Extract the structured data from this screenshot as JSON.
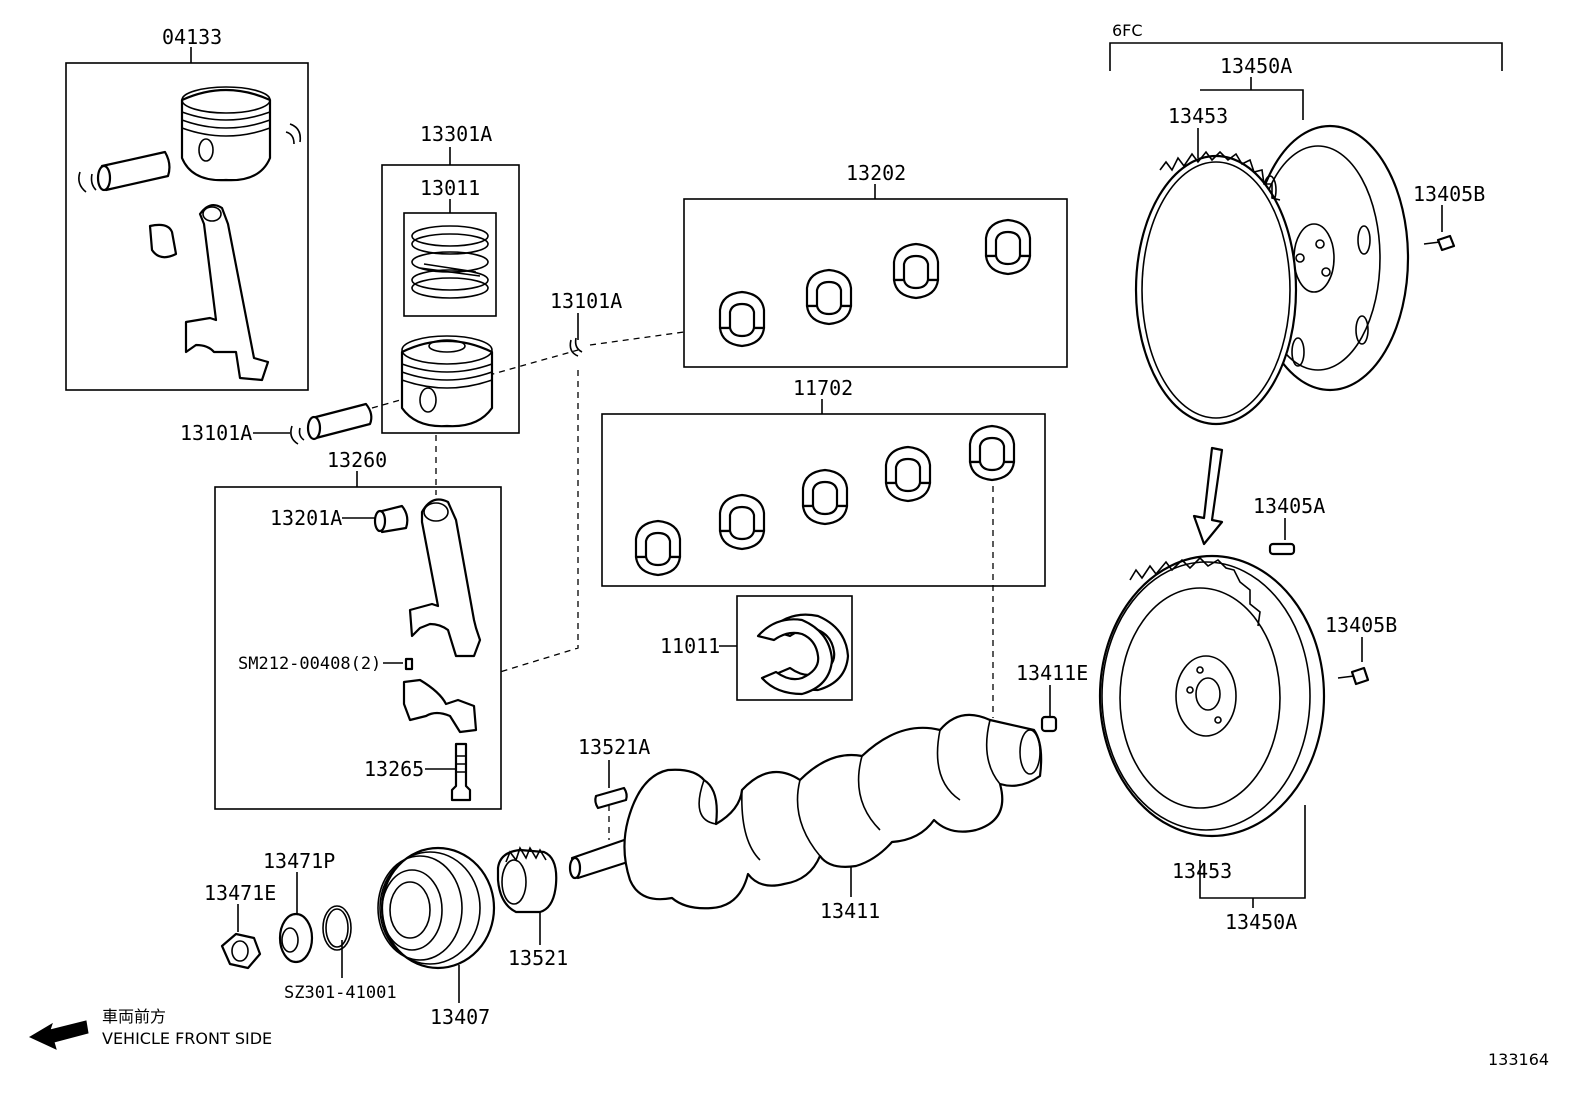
{
  "labels": {
    "piston_set_04133": "04133",
    "piston_sub_assy_13301A": "13301A",
    "ring_set_13011": "13011",
    "main_bearing_set_13202": "13202",
    "thrust_bearing_set_11702": "11702",
    "washer_set_11011": "11011",
    "snap_ring_top_13101A": "13101A",
    "snap_ring_left_13101A": "13101A",
    "conrod_assy_13260": "13260",
    "bushing_13201A": "13201A",
    "pin_sm212": "SM212-00408(2)",
    "bolt_13265": "13265",
    "key_13521A": "13521A",
    "crankshaft_13411": "13411",
    "bearing_13411E": "13411E",
    "gear_13521": "13521",
    "pulley_13407": "13407",
    "oring_sz301": "SZ301-41001",
    "nut_13471E": "13471E",
    "washer_13471P": "13471P",
    "variant_6fc": "6FC",
    "flywheel_top_13450A": "13450A",
    "ring_gear_top_13453": "13453",
    "bolt_top_13405B": "13405B",
    "pin_13405A": "13405A",
    "bolt_bottom_13405B": "13405B",
    "ring_gear_bottom_13453": "13453",
    "flywheel_bottom_13450A": "13450A"
  },
  "front_side": {
    "japanese": "車両前方",
    "english": "VEHICLE FRONT SIDE"
  },
  "illustration_number": "133164"
}
